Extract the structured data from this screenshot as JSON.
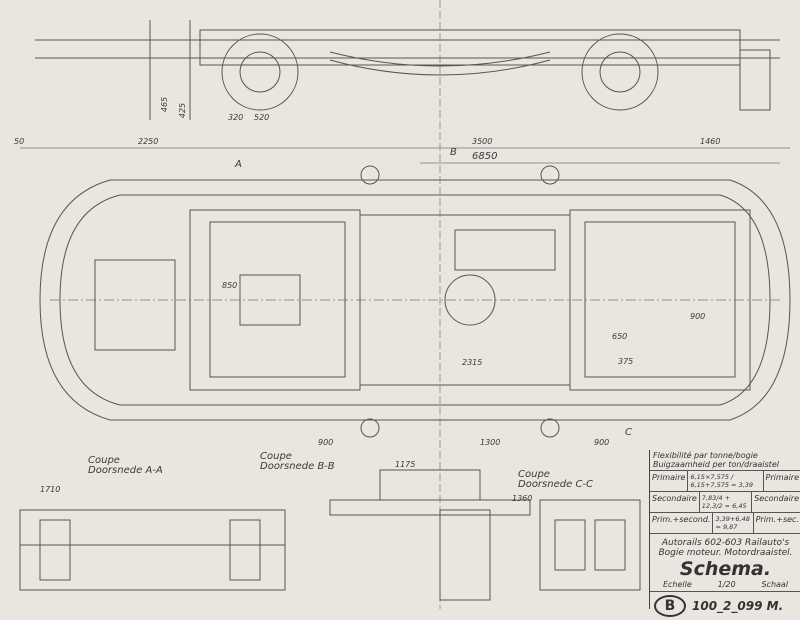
{
  "dimensions": {
    "d50": "50",
    "d2250": "2250",
    "d3500": "3500",
    "d6850": "6850",
    "d1460": "1460",
    "d465": "465",
    "d425": "425",
    "d320": "320",
    "d520": "520",
    "d1710": "1710",
    "d1360": "1360",
    "d1175": "1175",
    "d900a": "900",
    "d1300": "1300",
    "d900b": "900",
    "d2315": "2315",
    "d650": "650",
    "d375": "375",
    "d900c": "900",
    "d850": "850"
  },
  "section_marks": {
    "a": "A",
    "b": "B",
    "c": "C"
  },
  "sections": [
    {
      "line1": "Coupe",
      "line2": "Doorsnede",
      "code": "A-A"
    },
    {
      "line1": "Coupe",
      "line2": "Doorsnede",
      "code": "B-B"
    },
    {
      "line1": "Coupe",
      "line2": "Doorsnede",
      "code": "C-C"
    }
  ],
  "title_block": {
    "heading1": "Flexibilité par tonne/bogie",
    "heading2": "Buigzaamheid per ton/draaistel",
    "rows": [
      {
        "left": "Primaire",
        "formula": "6,15×7,575 / 6,15+7,575 = 3,39",
        "right": "Primaire"
      },
      {
        "left": "Secondaire",
        "formula": "7,83/4 + 12,3/2 = 6,45",
        "right": "Secondaire"
      },
      {
        "left": "Prim.+second.",
        "formula": "3,39+6,48 = 9,87",
        "right": "Prim.+sec."
      }
    ],
    "vehicle": "Autorails 602-603 Railauto's",
    "subject": "Bogie moteur.  Motordraaistel.",
    "title": "Schema.",
    "scale_fr": "Echelle",
    "scale": "1/20",
    "scale_nl": "Schaal",
    "logo": "B",
    "drawing_number": "100_2_099 M."
  }
}
